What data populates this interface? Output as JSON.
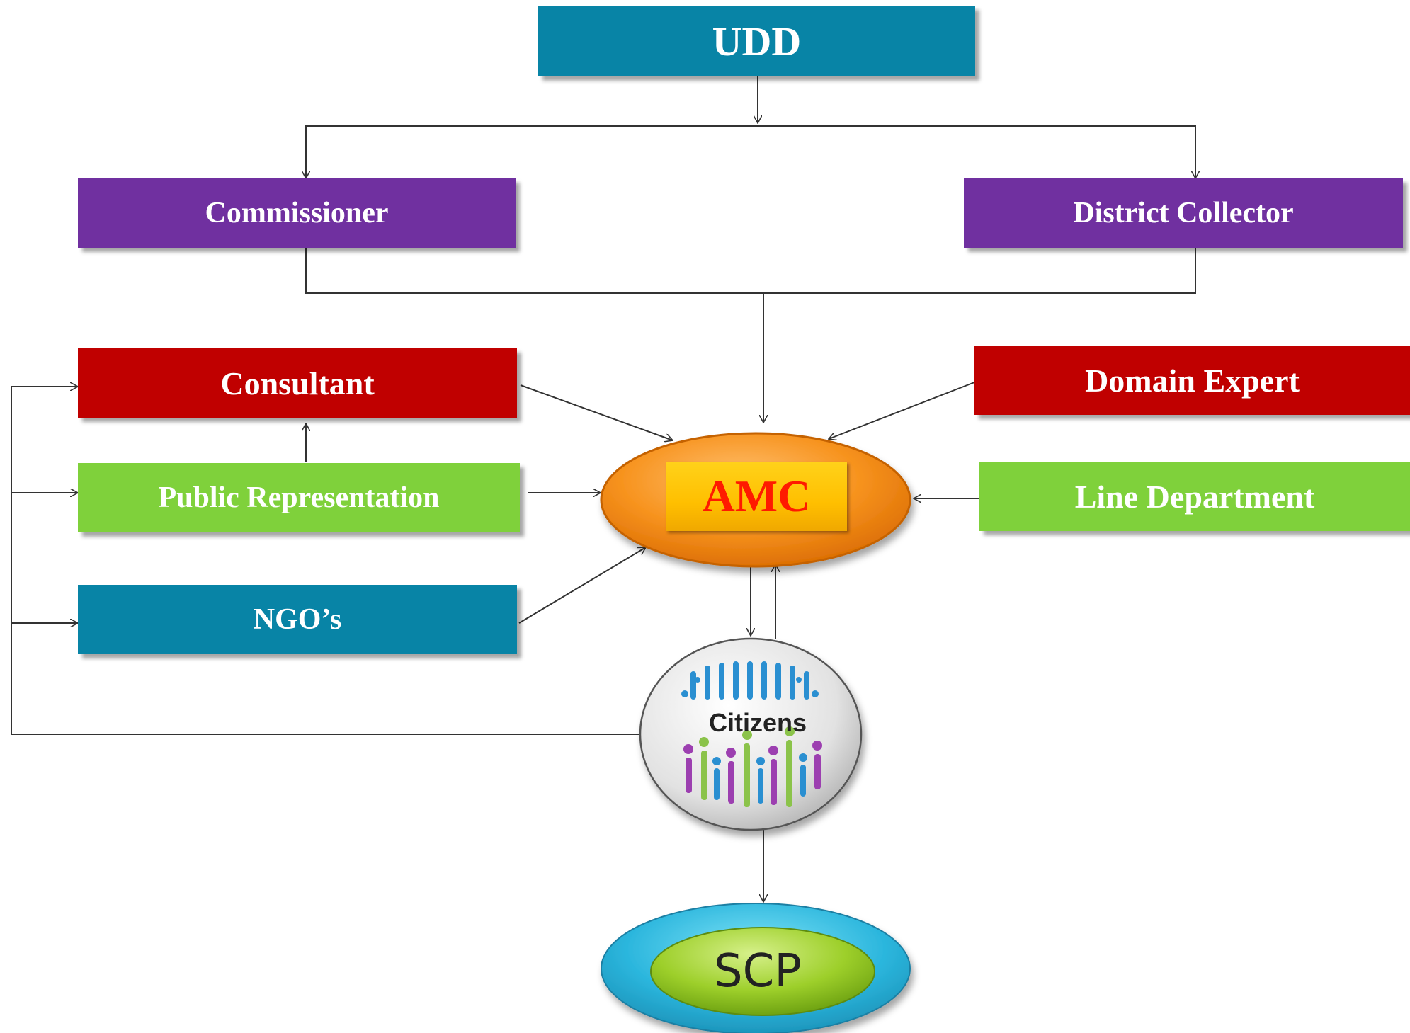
{
  "nodes": {
    "udd": "UDD",
    "commissioner": "Commissioner",
    "district_collector": "District Collector",
    "consultant": "Consultant",
    "domain_expert": "Domain Expert",
    "public_representation": "Public Representation",
    "line_department": "Line Department",
    "ngos": "NGO’s",
    "amc": "AMC",
    "citizens": "Citizens",
    "scp": "SCP"
  },
  "colors": {
    "teal": "#0884a6",
    "purple": "#7030a0",
    "red": "#c00000",
    "green": "#7fd13b",
    "amc_text": "#ff1a00"
  }
}
